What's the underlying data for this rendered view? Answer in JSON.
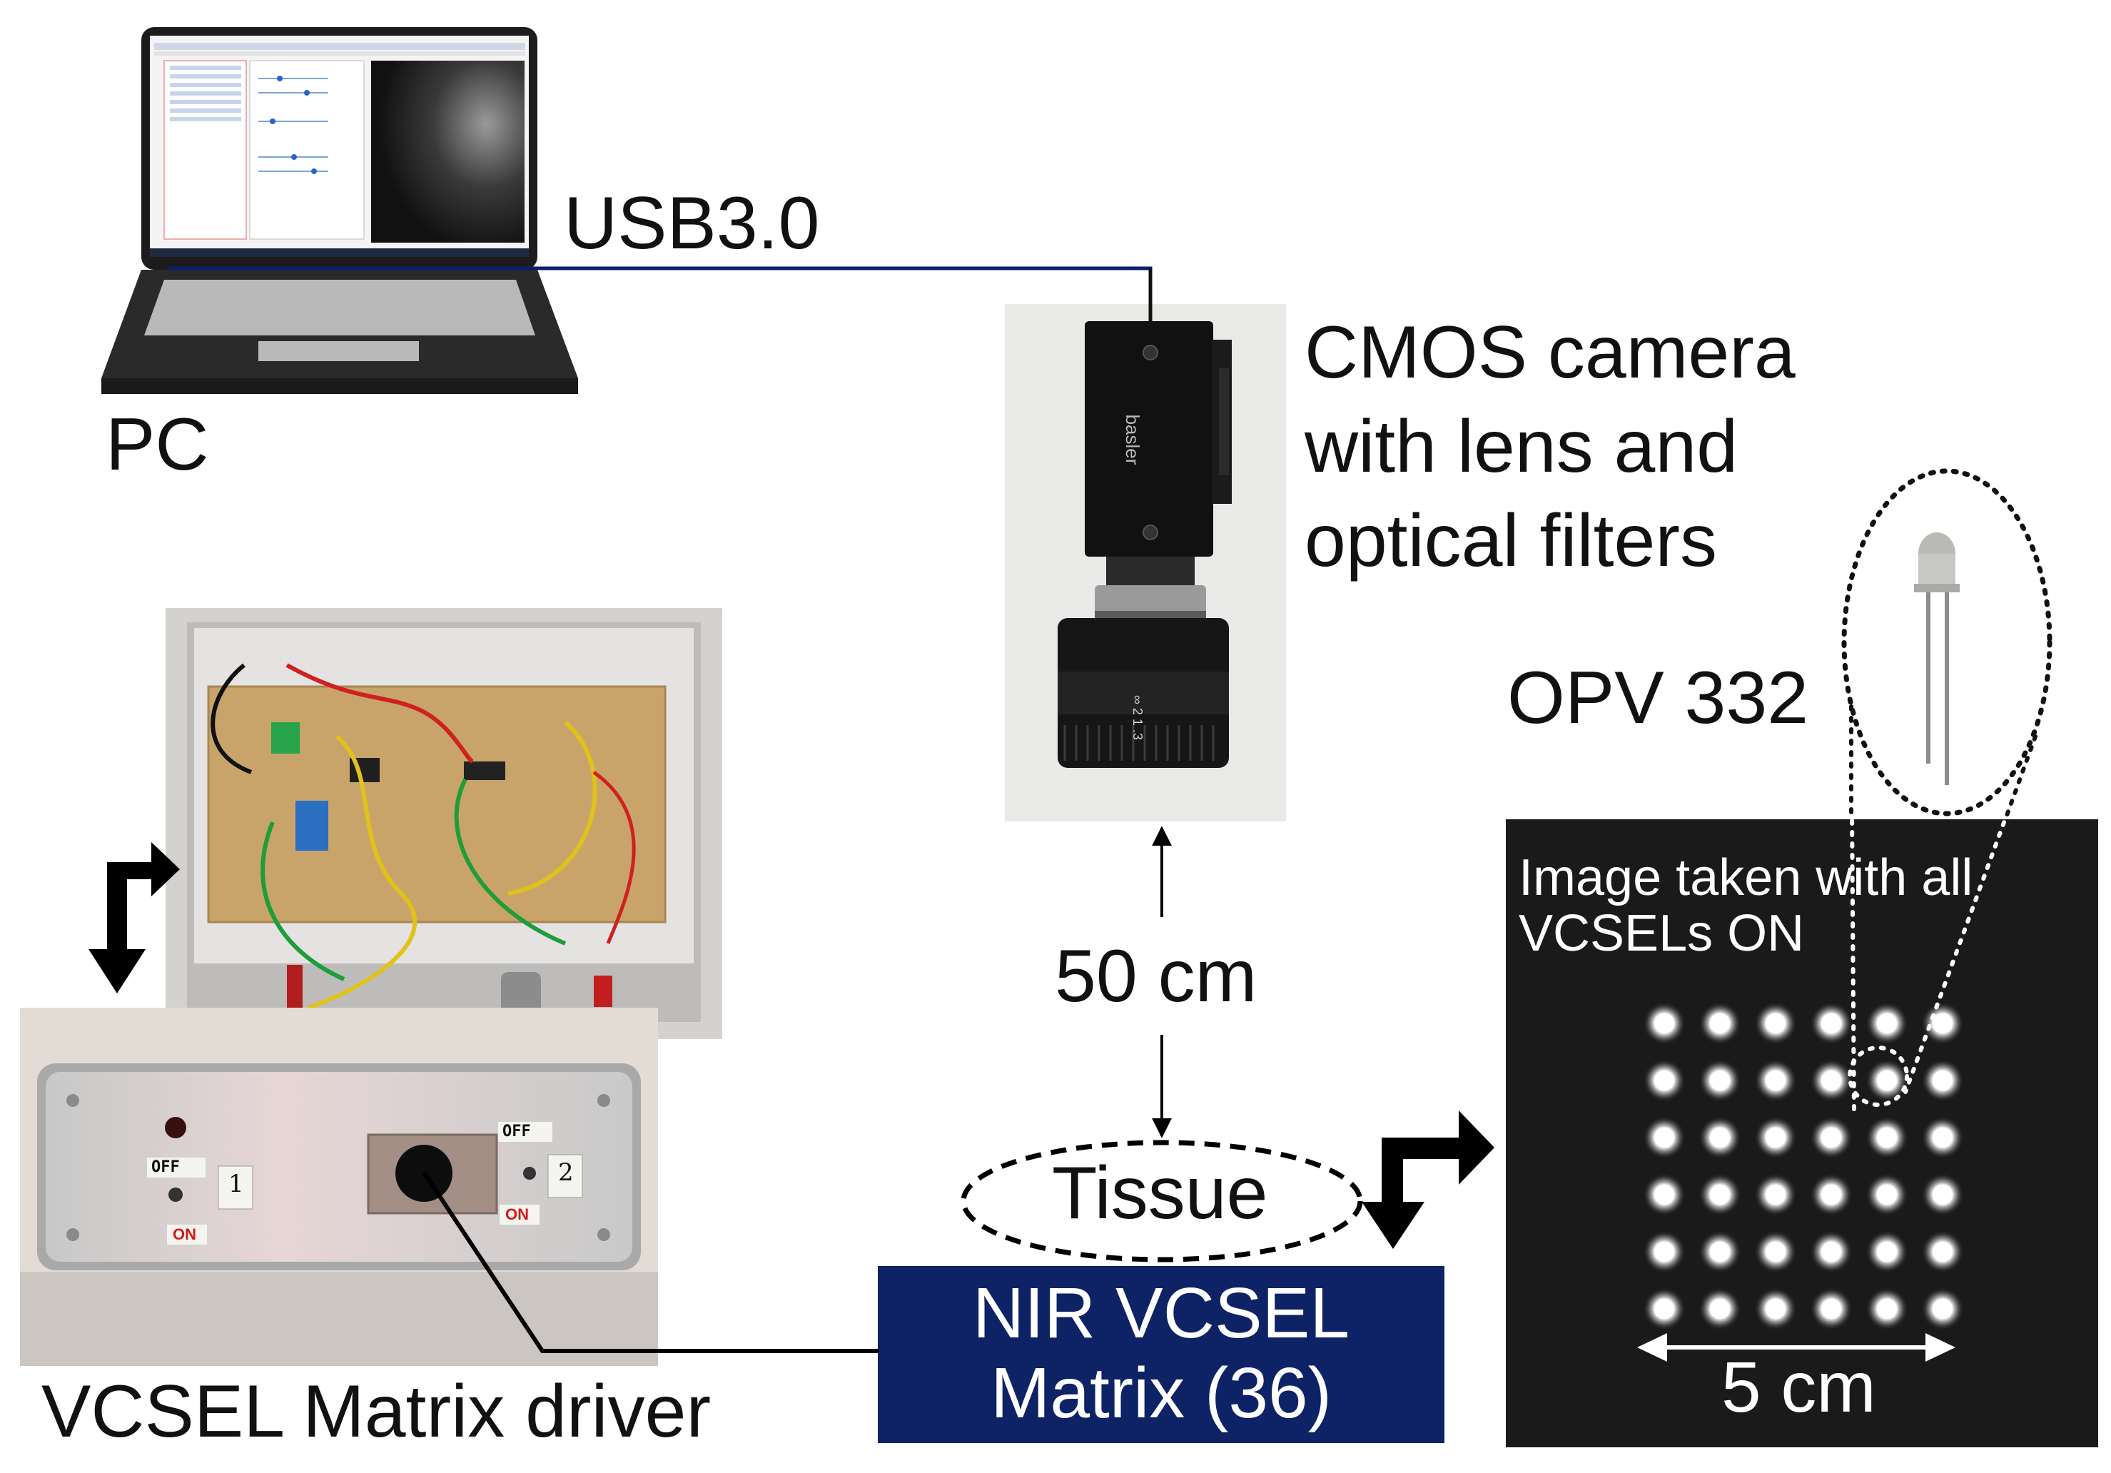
{
  "labels": {
    "usb": "USB3.0",
    "pc": "PC",
    "camera_line1": "CMOS camera",
    "camera_line2": "with lens and",
    "camera_line3": "optical  filters",
    "opv": "OPV 332",
    "distance": "50 cm",
    "tissue": "Tissue",
    "vcsel_line1": "NIR VCSEL",
    "vcsel_line2": "Matrix (36)",
    "driver": "VCSEL Matrix driver",
    "image_caption_line1": "Image taken with all",
    "image_caption_line2": "VCSELs ON",
    "scale": "5 cm"
  },
  "driver_panel": {
    "switch1_off": "OFF",
    "switch1_on": "ON",
    "switch1_num": "1",
    "switch2_off": "OFF",
    "switch2_on": "ON",
    "switch2_num": "2"
  },
  "laptop_window": {
    "graph_bars": "",
    "title": ""
  },
  "colors": {
    "vcsel_box": "#0d2366",
    "cable_blue": "#0b1f6b",
    "ir_background": "#1a1a1a",
    "ir_spot": "#ffffff",
    "on_label_red": "#d11a1a"
  },
  "vcsel_matrix": {
    "rows": 6,
    "cols": 6
  }
}
